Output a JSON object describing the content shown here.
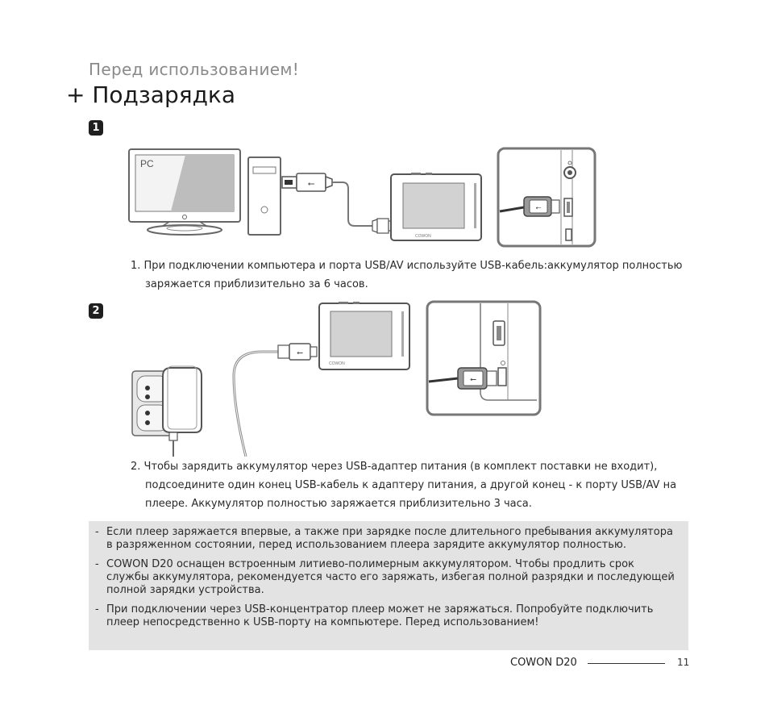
{
  "header": {
    "section_label": "Перед использованием!",
    "title": "+ Подзарядка"
  },
  "steps": [
    {
      "badge": "1",
      "pc_label": "PC",
      "text": "1. При подключении компьютера и порта USB/AV используйте USB-кабель:аккумулятор полностью заряжается приблизительно за 6 часов."
    },
    {
      "badge": "2",
      "text": "2. Чтобы зарядить аккумулятор через USB-адаптер питания (в комплект поставки не входит), подсоедините один конец USB-кабель к адаптеру питания, а другой конец - к порту USB/AV на плеере. Аккумулятор полностью заряжается приблизительно 3 часа."
    }
  ],
  "device_brand": "COWON",
  "notes": {
    "bullet": "-",
    "items": [
      "Если плеер заряжается впервые, а также при зарядке после длительного пребывания аккумулятора в разряженном состоянии, перед использованием плеера зарядите аккумулятор полностью.",
      "COWON D20 оснащен встроенным литиево-полимерным аккумулятором. Чтобы продлить срок службы аккумулятора, рекомендуется часто его заряжать, избегая полной разрядки и последующей полной зарядки устройства.",
      "При подключении через USB-концентратор плеер может не заряжаться. Попробуйте подключить плеер непосредственно к USB-порту на компьютере. Перед использованием!"
    ]
  },
  "footer": {
    "brand": "COWON D20",
    "page_number": "11"
  }
}
